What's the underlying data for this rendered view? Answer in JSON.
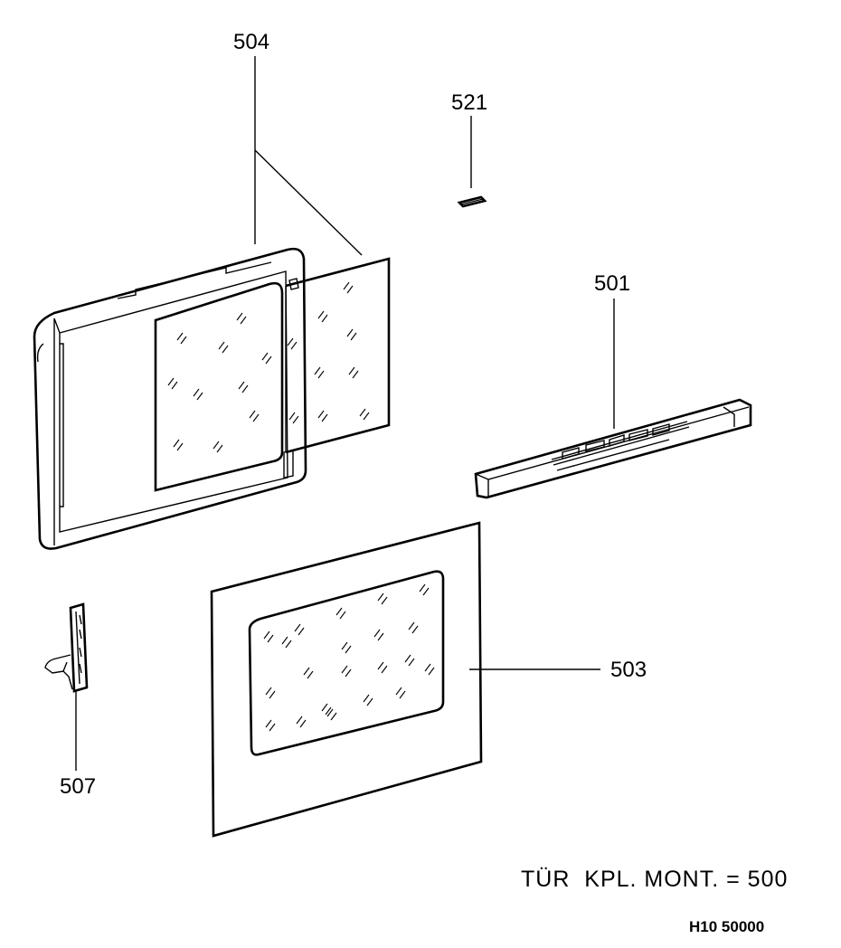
{
  "callouts": {
    "p504": "504",
    "p521": "521",
    "p501": "501",
    "p503": "503",
    "p507": "507"
  },
  "caption": "TÜR  KPL. MONT. = 500",
  "doc_id": "H10 50000"
}
